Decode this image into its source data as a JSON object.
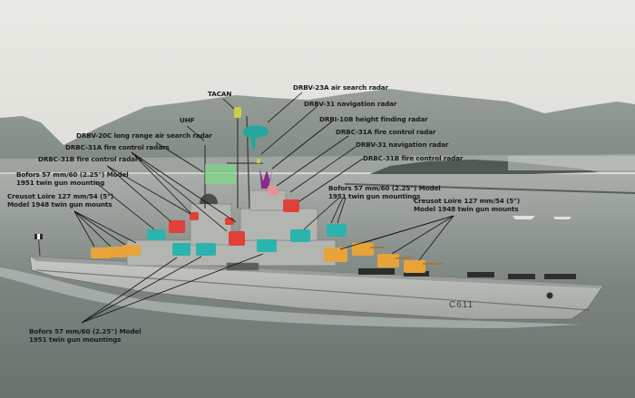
{
  "hull_number": "C611",
  "colors": {
    "sky": "#e9e9e4",
    "mountains": "#8c948e",
    "water": "#7f8783",
    "hull": "#b7b9b5",
    "bofors_mounts": "#2bb3ad",
    "main_gun_mounts": "#e8a33a",
    "fire_control_radars": "#e0403a",
    "drbv23_radar": "#26a79c",
    "drbv20_radar": "#7fd68a",
    "drbi10_radar": "#8a2a8a",
    "tacan": "#c9cf47"
  },
  "labels": {
    "tacan": "TACAN",
    "drbv23a": "DRBV-23A air search radar",
    "drbv31_top": "DRBV-31 navigation  radar",
    "drbi10b": "DRBI-10B height finding radar",
    "drbc31a_right": "DRBC-31A fire control radar",
    "drbv31_right": "DRBV-31 navigation  radar",
    "drbc31b_right": "DRBC-31B fire control radar",
    "uhf": "UHF",
    "drbv20c": "DRBV-20C long range air search radar",
    "drbc31a_left": "DRBC-31A fire control radars",
    "drbc31b_left": "DRBC-31B fire control radars",
    "bofors_left": [
      "Bofors 57 mm/60 (2.25\") Model",
      "1951 twin gun mounting"
    ],
    "creusot_left": [
      "Creusot Loire 127 mm/54 (5\")",
      "Model 1948  twin gun mounts"
    ],
    "bofors_mid": [
      "Bofors 57 mm/60 (2.25\") Model",
      "1951 twin gun mountings"
    ],
    "creusot_right": [
      "Creusot Loire 127 mm/54 (5\")",
      "Model 1948  twin gun mounts"
    ],
    "bofors_bottom": [
      "Bofors 57 mm/60 (2.25\") Model",
      "1951 twin gun  mountings"
    ]
  }
}
